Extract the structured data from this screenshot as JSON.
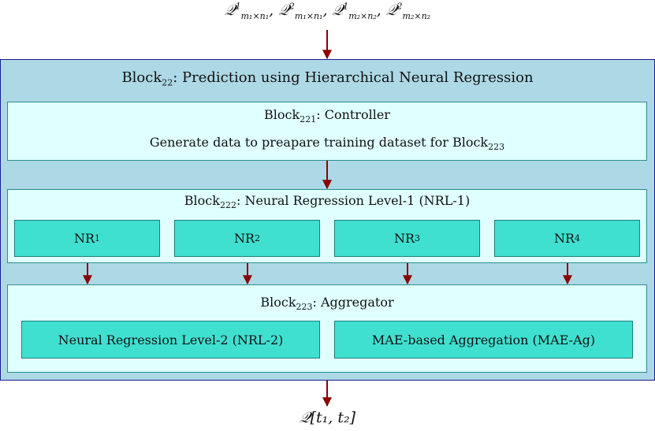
{
  "input": {
    "q": "𝒬",
    "items": [
      {
        "sup": "1",
        "sub": "m₁×n₁"
      },
      {
        "sup": "2",
        "sub": "m₁×n₁"
      },
      {
        "sup": "1",
        "sub": "m₂×n₂"
      },
      {
        "sup": "2",
        "sub": "m₂×n₂"
      }
    ]
  },
  "block22": {
    "name": "Block",
    "sub": "22",
    "text": ": Prediction using Hierarchical Neural Regression"
  },
  "block221": {
    "name": "Block",
    "sub": "221",
    "text": ": Controller",
    "desc": "Generate data to preapare training dataset for Block",
    "desc_sub": "223"
  },
  "block222": {
    "name": "Block",
    "sub": "222",
    "text": ": Neural Regression Level-1 (NRL-1)",
    "nrs": [
      {
        "name": "NR",
        "sub": "1"
      },
      {
        "name": "NR",
        "sub": "2"
      },
      {
        "name": "NR",
        "sub": "3"
      },
      {
        "name": "NR",
        "sub": "4"
      }
    ]
  },
  "block223": {
    "name": "Block",
    "sub": "223",
    "text": ": Aggregator",
    "left_box": "Neural Regression Level-2 (NRL-2)",
    "right_box": "MAE-based Aggregation (MAE-Ag)"
  },
  "output": {
    "label": "𝒬[t₁, t₂]"
  },
  "colors": {
    "arrow": "#8b0000",
    "outer": "#add8e6",
    "panel": "#e0ffff",
    "box": "#40e0d0"
  }
}
